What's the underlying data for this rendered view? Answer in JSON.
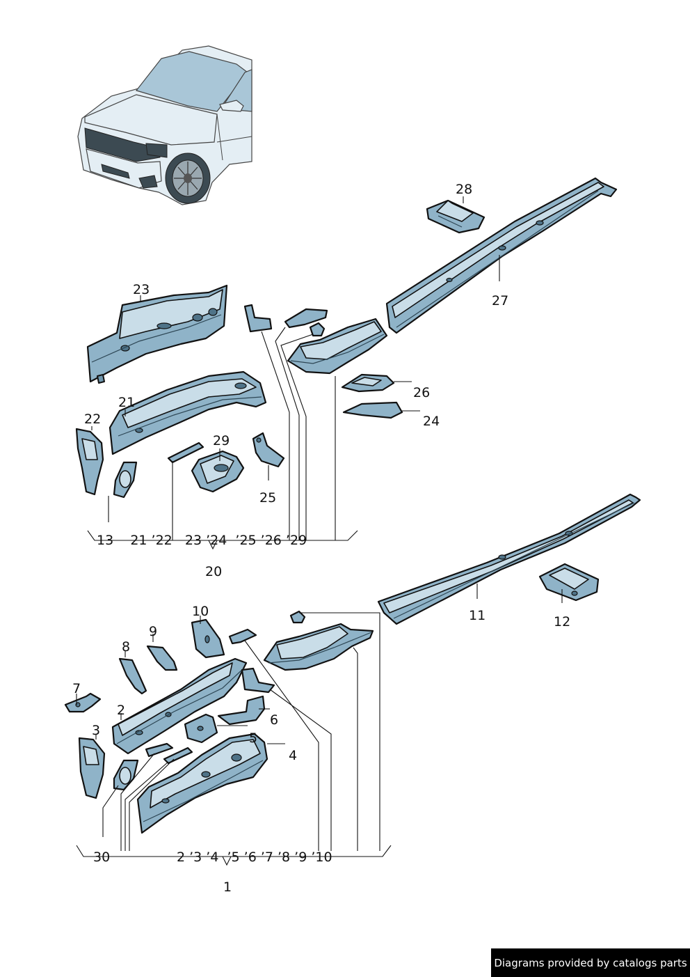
{
  "labels": {
    "p28": "28",
    "p27": "27",
    "p23": "23",
    "p26": "26",
    "p24": "24",
    "p21": "21",
    "p22": "22",
    "p29": "29",
    "p25": "25",
    "group20_list": "13    21 ’22   23 ’24  ’25 ’26 ’29",
    "p20": "20",
    "p11": "11",
    "p12": "12",
    "p10": "10",
    "p9": "9",
    "p8": "8",
    "p7": "7",
    "p2": "2",
    "p3": "3",
    "p6": "6",
    "p5": "5",
    "p4": "4",
    "group1_list_30": "30",
    "group1_list": "2 ’3 ’4  ’5 ’6 ’7 ’8 ’9 ’10",
    "p1": "1"
  },
  "footer": {
    "text": "Diagrams provided by catalogs parts",
    "background": "#000000",
    "color": "#ffffff"
  },
  "colors": {
    "part_fill": "#8fb3c8",
    "part_stroke": "#111111"
  }
}
